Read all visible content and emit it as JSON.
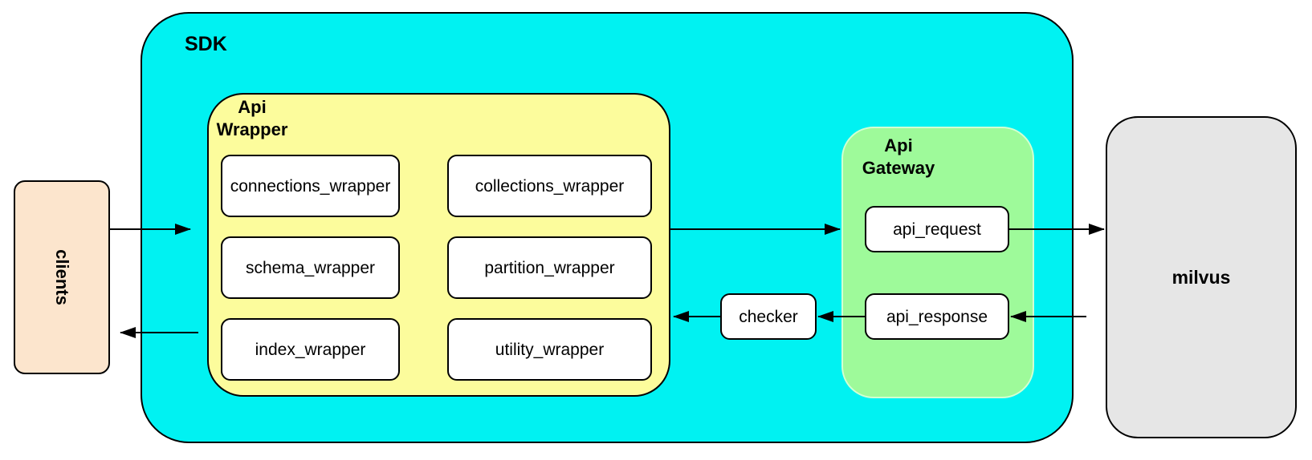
{
  "nodes": {
    "clients": "clients",
    "sdk": "SDK",
    "api_wrapper_line1": "Api",
    "api_wrapper_line2": "Wrapper",
    "wrappers": [
      "connections_wrapper",
      "collections_wrapper",
      "schema_wrapper",
      "partition_wrapper",
      "index_wrapper",
      "utility_wrapper"
    ],
    "checker": "checker",
    "api_gateway_line1": "Api",
    "api_gateway_line2": "Gateway",
    "api_request": "api_request",
    "api_response": "api_response",
    "milvus": "milvus"
  },
  "colors": {
    "sdk_fill": "#00F2F2",
    "api_wrapper_fill": "#FCFC9C",
    "api_gateway_fill": "#9EFA9A",
    "clients_fill": "#FCE5CD",
    "milvus_fill": "#E6E6E6",
    "node_fill": "#FFFFFF",
    "stroke": "#000000"
  }
}
